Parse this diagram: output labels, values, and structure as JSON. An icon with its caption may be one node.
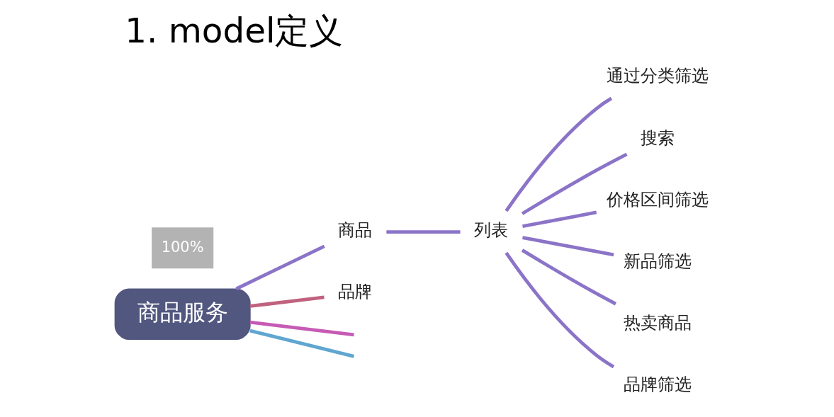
{
  "diagram": {
    "title": "1. model定义",
    "nodes": [
      {
        "text": [
          "商品服务"
        ]
      },
      {
        "text": [
          "商品"
        ]
      },
      {
        "text": [
          "列表"
        ]
      },
      {
        "text": [
          "通过分类筛选"
        ]
      },
      {
        "text": [
          "搜索"
        ]
      },
      {
        "text": [
          "价格区间筛选"
        ]
      },
      {
        "text": [
          "新品筛选"
        ]
      },
      {
        "text": [
          "热卖商品"
        ]
      },
      {
        "text": [
          "品牌筛选"
        ]
      },
      {
        "text": [
          "品牌"
        ]
      }
    ],
    "edges": [
      {
        "from": 0,
        "to": 1,
        "arrow": "none"
      },
      {
        "from": 1,
        "to": 2,
        "arrow": "none"
      },
      {
        "from": 2,
        "to": 3,
        "arrow": "none"
      },
      {
        "from": 2,
        "to": 4,
        "arrow": "none"
      },
      {
        "from": 2,
        "to": 5,
        "arrow": "none"
      },
      {
        "from": 2,
        "to": 6,
        "arrow": "none"
      },
      {
        "from": 2,
        "to": 7,
        "arrow": "none"
      },
      {
        "from": 2,
        "to": 8,
        "arrow": "none"
      },
      {
        "from": 0,
        "to": 9,
        "arrow": "none",
        "color": "#c0627f"
      },
      {
        "from": 0,
        "to": null,
        "arrow": "none",
        "color": "#5fa6d0"
      },
      {
        "from": 0,
        "to": null,
        "arrow": "none",
        "color": "#c65bb5"
      }
    ],
    "labels": [
      "100%"
    ]
  }
}
